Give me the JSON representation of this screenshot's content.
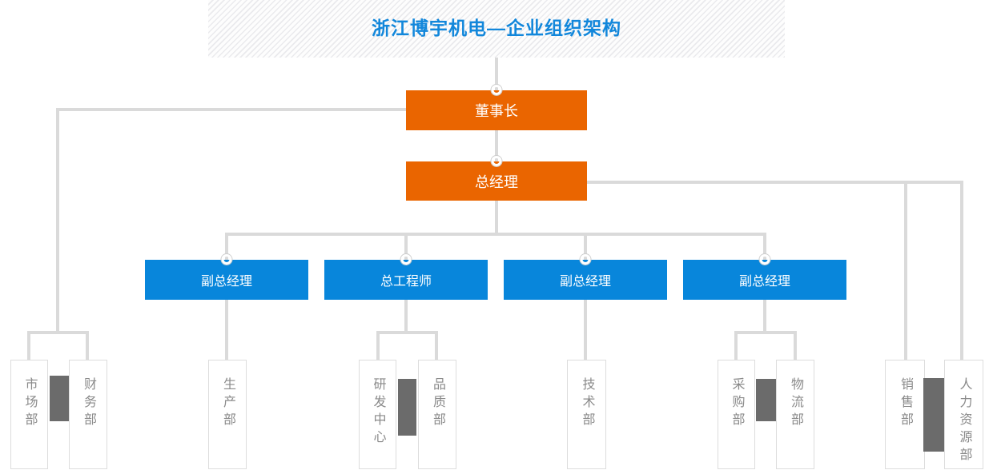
{
  "page": {
    "title": "浙江博宇机电—企业组织架构"
  },
  "org": {
    "level1": {
      "label": "董事长"
    },
    "level2": {
      "label": "总经理"
    },
    "level3": [
      {
        "label": "副总经理"
      },
      {
        "label": "总工程师"
      },
      {
        "label": "副总经理"
      },
      {
        "label": "副总经理"
      }
    ],
    "departments": [
      {
        "label": "市场部"
      },
      {
        "label": "财务部"
      },
      {
        "label": "生产部"
      },
      {
        "label": "研发中心"
      },
      {
        "label": "品质部"
      },
      {
        "label": "技术部"
      },
      {
        "label": "采购部"
      },
      {
        "label": "物流部"
      },
      {
        "label": "销售部"
      },
      {
        "label": "人力资源部"
      }
    ]
  },
  "colors": {
    "executive_box": "#EA6500",
    "manager_box": "#0886DB",
    "title_text": "#1287DB",
    "connector_line": "#DADADA",
    "divider_block": "#6B6B6B",
    "dept_text": "#8A8A8A",
    "dept_border": "#DDDDDD",
    "banner_stripe": "#EAEAED"
  }
}
